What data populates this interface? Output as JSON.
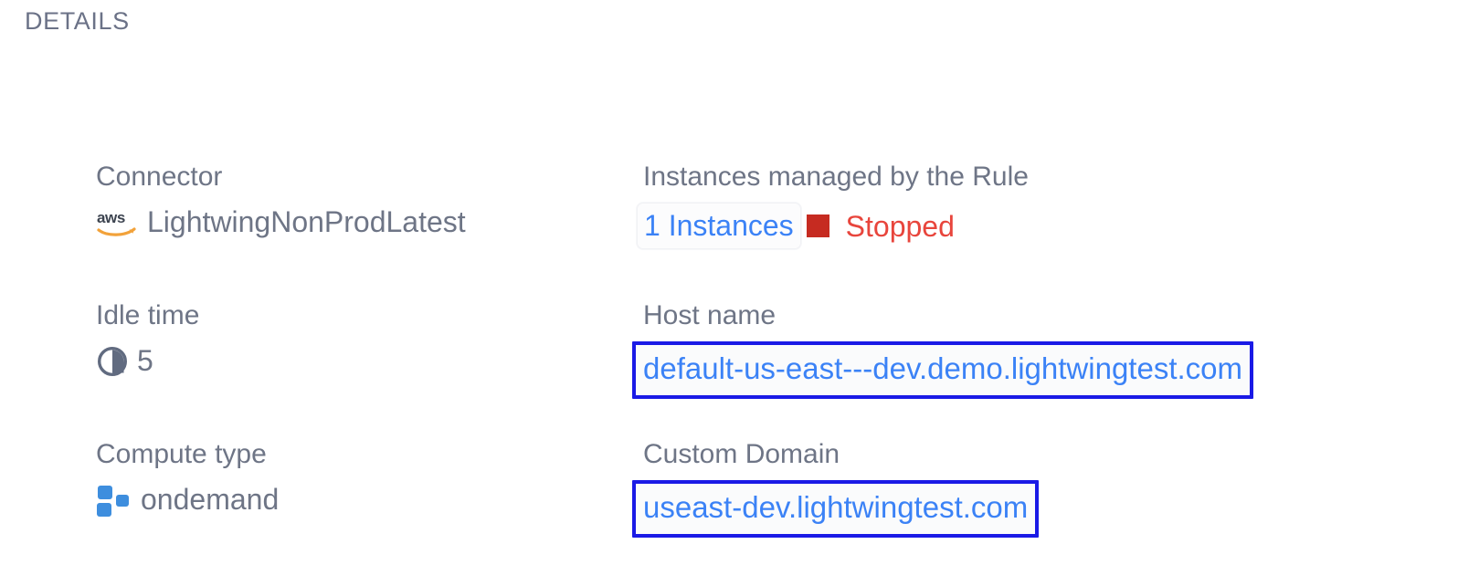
{
  "section": {
    "title": "DETAILS"
  },
  "colors": {
    "label_gray": "#6e7586",
    "link_blue": "#3b82f6",
    "highlight_border_blue": "#1a1ae6",
    "status_red_text": "#e8453c",
    "status_red_square": "#c62b21",
    "compute_icon_blue": "#3e8ede",
    "aws_swoosh_orange": "#f2a23a"
  },
  "fields": {
    "connector": {
      "label": "Connector",
      "value": "LightwingNonProdLatest",
      "icon": "aws-logo-icon"
    },
    "instances": {
      "label": "Instances managed by the Rule",
      "link_text": "1 Instances",
      "status_text": "Stopped",
      "status_icon": "stopped-square-icon"
    },
    "idle_time": {
      "label": "Idle time",
      "value": "5",
      "icon": "pie-clock-icon"
    },
    "host_name": {
      "label": "Host name",
      "value": "default-us-east---dev.demo.lightwingtest.com"
    },
    "compute_type": {
      "label": "Compute type",
      "value": "ondemand",
      "icon": "compute-squares-icon"
    },
    "custom_domain": {
      "label": "Custom Domain",
      "value": "useast-dev.lightwingtest.com"
    }
  }
}
